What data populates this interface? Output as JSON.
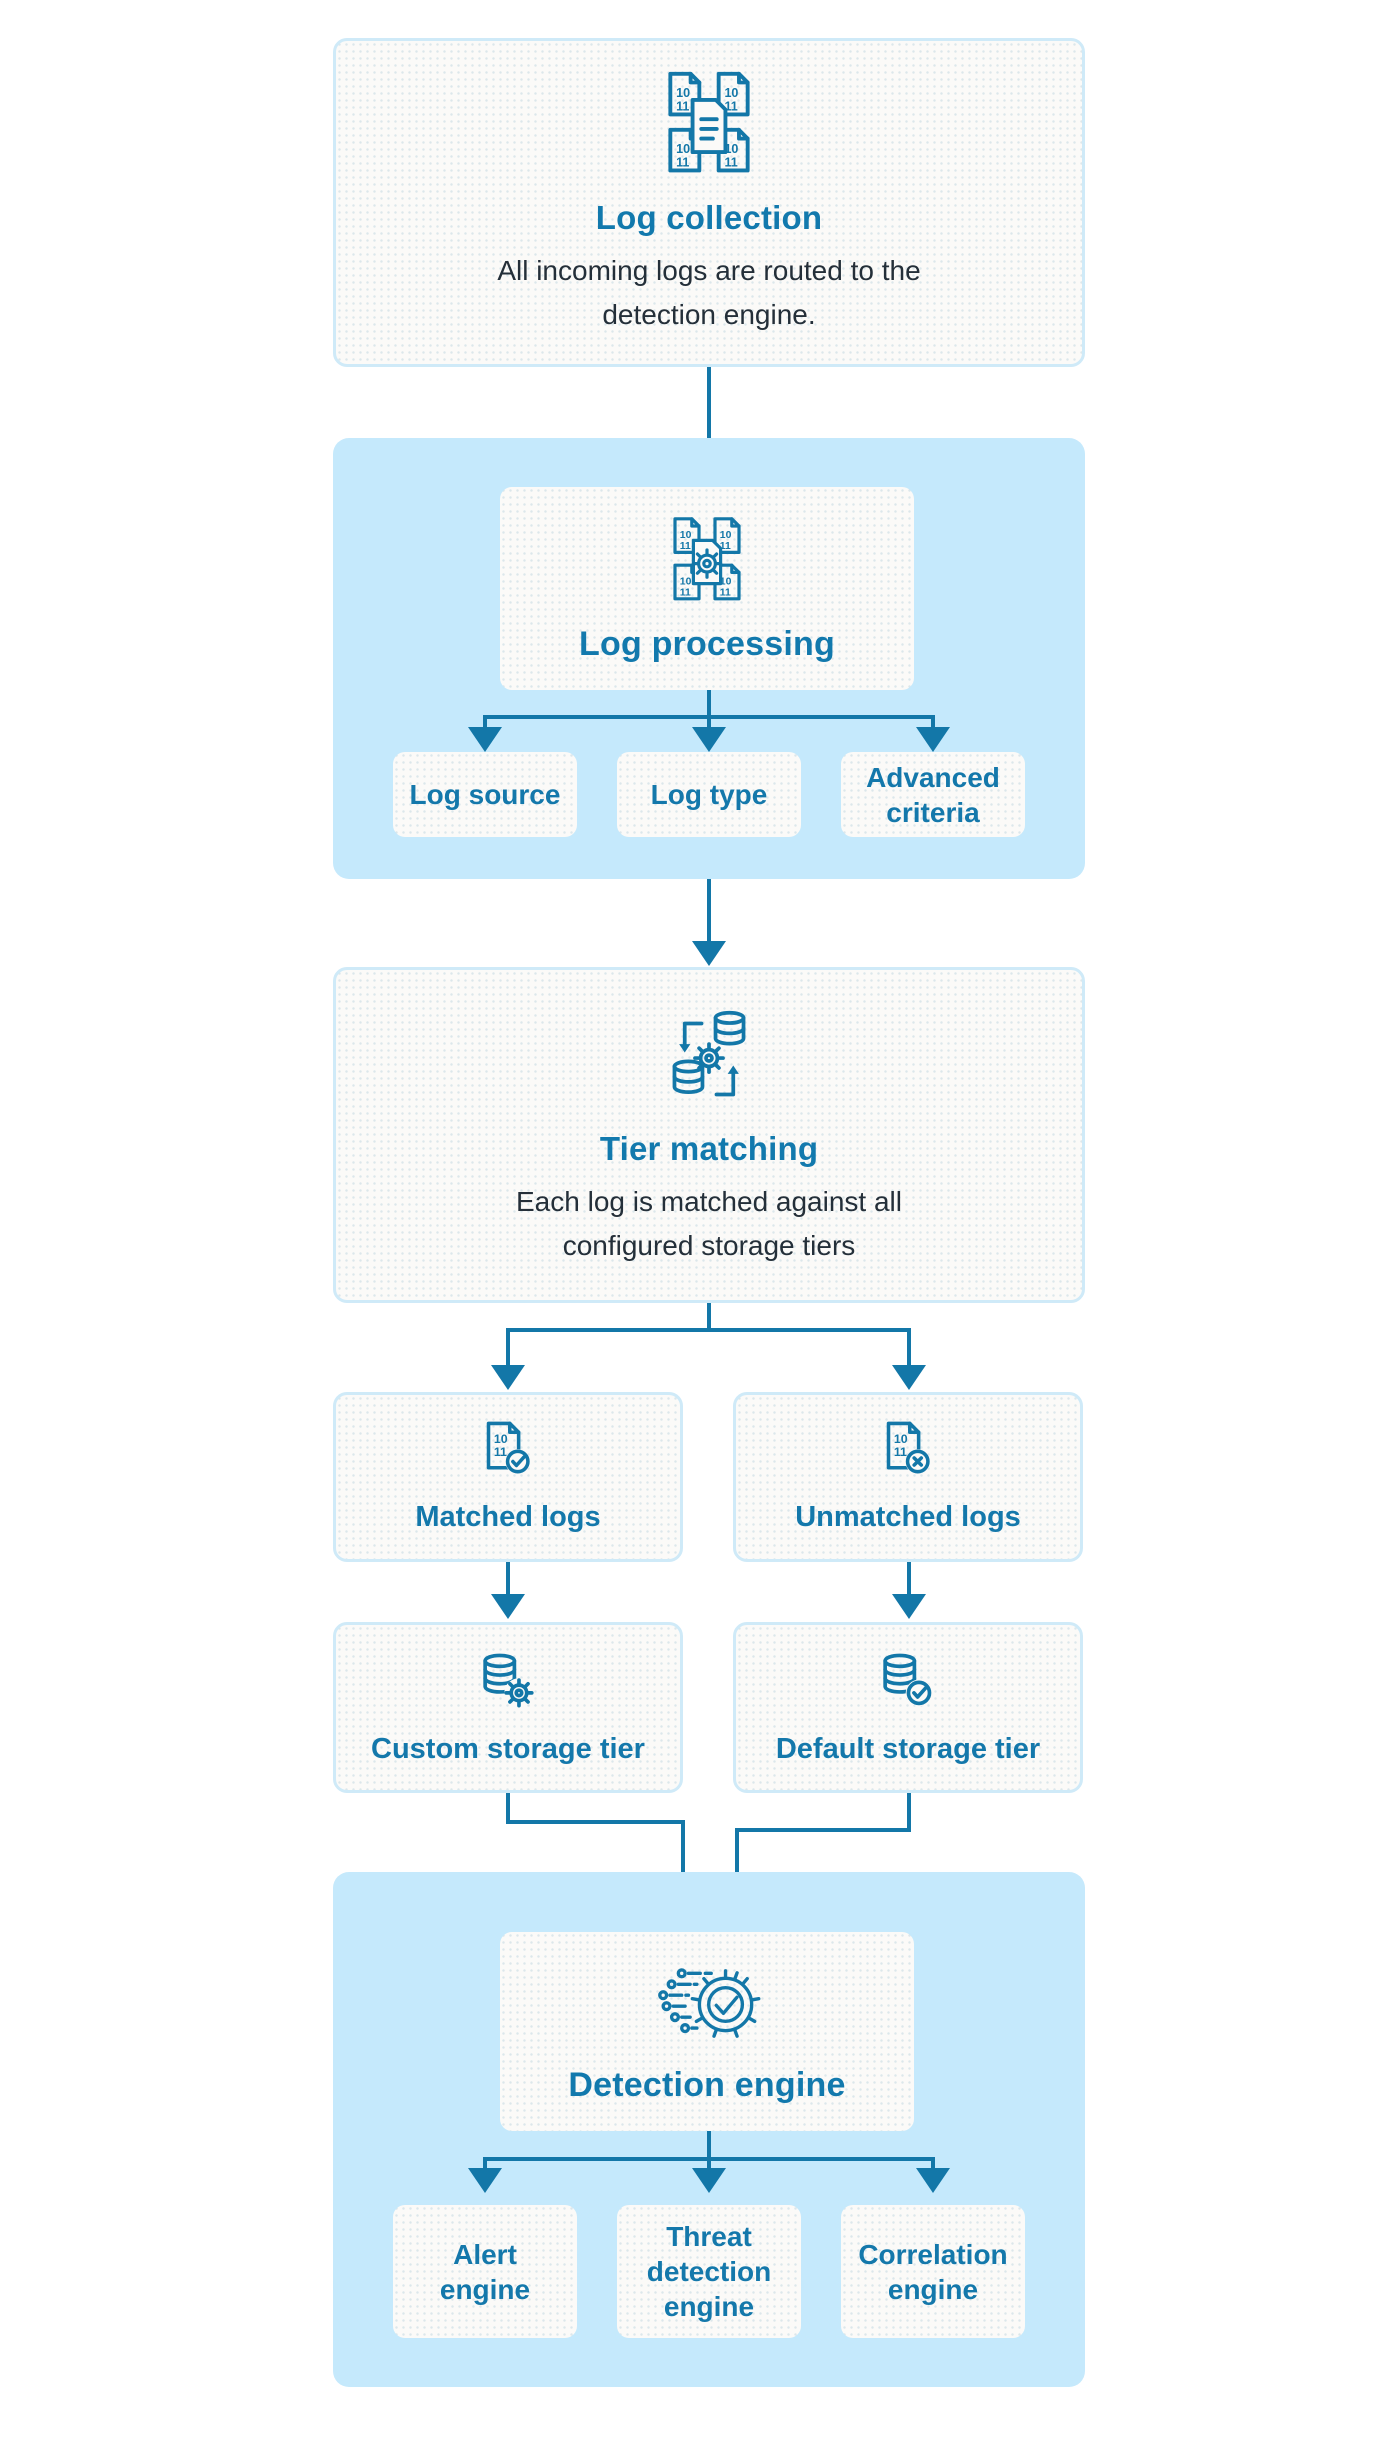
{
  "palette": {
    "page_background": "#ffffff",
    "container_blue": "#c5e9fc",
    "card_background": "#fbfaf8",
    "card_border": "#cfeaf8",
    "line_blue": "#1377a8",
    "title_blue": "#1279ad",
    "label_blue": "#1478ab",
    "body_text": "#242f39"
  },
  "icons": {
    "log_collection": "documents-cluster-icon",
    "log_processing": "documents-gear-icon",
    "tier_matching": "database-sync-gear-icon",
    "matched_logs": "document-check-icon",
    "unmatched_logs": "document-x-icon",
    "custom_storage_tier": "database-gear-icon",
    "default_storage_tier": "database-check-icon",
    "detection_engine": "gear-check-circuit-icon",
    "doc_digits_line1": "10",
    "doc_digits_line2": "11"
  },
  "flow": {
    "log_collection": {
      "title": "Log collection",
      "description_line1": "All incoming logs are routed to the",
      "description_line2": "detection engine."
    },
    "log_processing": {
      "title": "Log processing",
      "children": [
        {
          "label": "Log source"
        },
        {
          "label": "Log type"
        },
        {
          "label": "Advanced criteria"
        }
      ]
    },
    "tier_matching": {
      "title": "Tier matching",
      "description_line1": "Each log is matched against all",
      "description_line2": "configured storage tiers"
    },
    "matched_logs": {
      "label": "Matched logs"
    },
    "unmatched_logs": {
      "label": "Unmatched logs"
    },
    "custom_storage_tier": {
      "label": "Custom storage tier"
    },
    "default_storage_tier": {
      "label": "Default storage tier"
    },
    "detection_engine": {
      "title": "Detection engine",
      "children": [
        {
          "label": "Alert engine"
        },
        {
          "label": "Threat detection engine"
        },
        {
          "label": "Correlation engine"
        }
      ]
    }
  }
}
